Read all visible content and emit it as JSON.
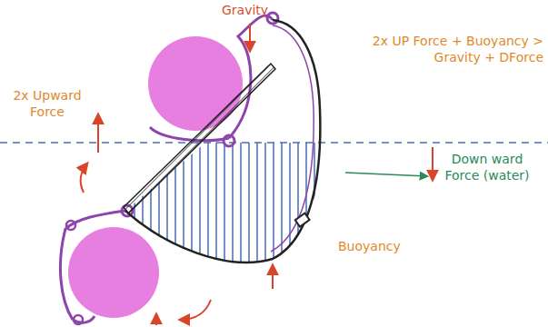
{
  "diagram": {
    "labels": [
      "Gravity",
      "2x UP Force + Buoyancy > Gravity + DForce",
      "2x Upward Force",
      "Down ward Force (water)",
      "Buoyancy"
    ]
  }
}
